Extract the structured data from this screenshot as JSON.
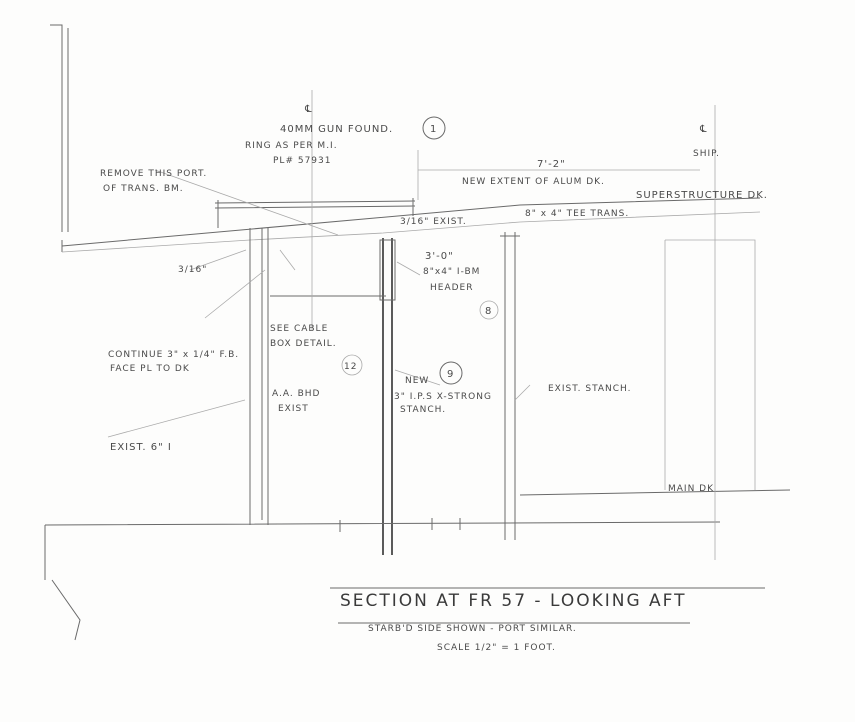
{
  "drawing": {
    "title": "SECTION AT FR 57 - LOOKING AFT",
    "subtitle": "STARB'D SIDE SHOWN - PORT SIMILAR.",
    "scale": "SCALE 1/2\" = 1 FOOT.",
    "labels": {
      "cl_gun": "℄",
      "gun_found": "40MM GUN FOUND.",
      "ring": "RING AS PER M.I.",
      "pl": "PL# 57931",
      "remove_1": "REMOVE THIS PORT.",
      "remove_2": "OF TRANS. BM.",
      "dim_72": "7'-2\"",
      "new_extent": "NEW EXTENT OF ALUM DK.",
      "cl_ship": "℄",
      "ship": "SHIP.",
      "superstructure": "SUPERSTRUCTURE DK.",
      "weld_exist": "3/16\" EXIST.",
      "tee_trans": "8\" x 4\" TEE TRANS.",
      "dim_30": "3'-0\"",
      "ibm": "8\"x4\" I-BM",
      "header": "HEADER",
      "weld_left": "3/16\"",
      "see_cable": "SEE CABLE",
      "box_detail": "BOX DETAIL.",
      "continue_1": "CONTINUE 3\" x 1/4\" F.B.",
      "continue_2": "FACE PL TO DK",
      "new": "NEW",
      "ips": "3\" I.P.S X-STRONG",
      "stanch": "STANCH.",
      "aa_bhd": "A.A. BHD",
      "exist": "EXIST",
      "exist_stanch": "EXIST. STANCH.",
      "exist_6i": "EXIST. 6\" I",
      "main_dk": "MAIN DK"
    },
    "callouts": {
      "c1": "1",
      "c8": "8",
      "c12": "12",
      "c9": "9"
    }
  }
}
